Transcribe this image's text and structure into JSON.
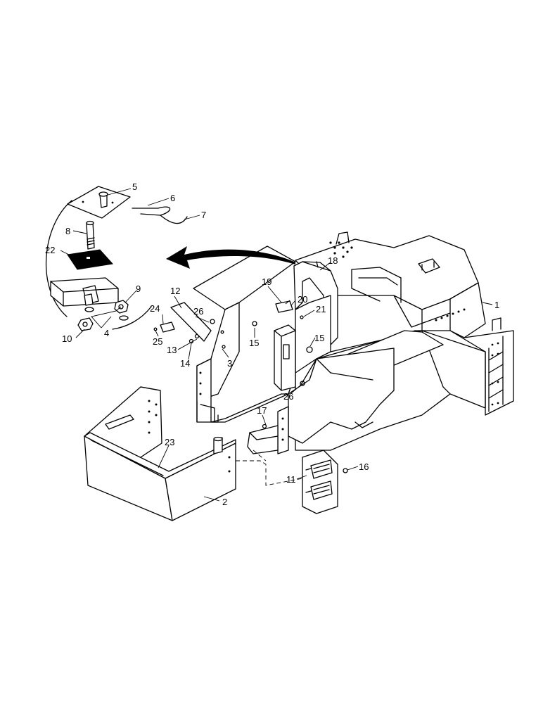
{
  "diagram": {
    "callouts": [
      "1",
      "2",
      "3",
      "4",
      "5",
      "6",
      "7",
      "8",
      "9",
      "10",
      "11",
      "12",
      "13",
      "14",
      "15",
      "15",
      "16",
      "17",
      "18",
      "19",
      "20",
      "21",
      "22",
      "23",
      "24",
      "25",
      "26",
      "26"
    ]
  },
  "colors": {
    "line": "#000000",
    "background": "#ffffff"
  }
}
